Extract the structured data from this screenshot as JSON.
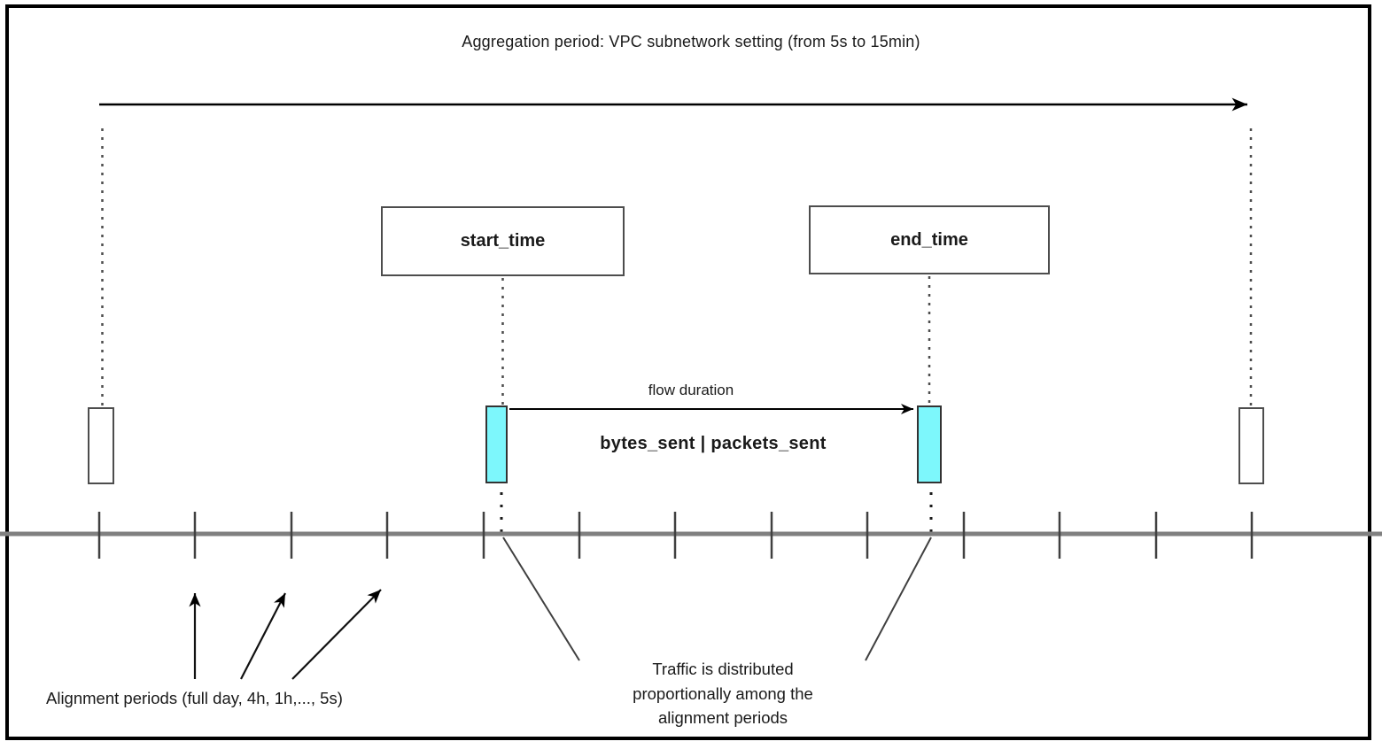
{
  "diagram": {
    "title": "Aggregation period: VPC subnetwork setting (from 5s to 15min)",
    "start_box_label": "start_time",
    "end_box_label": "end_time",
    "flow_duration_label": "flow duration",
    "metrics_label": "bytes_sent | packets_sent",
    "alignment_label": "Alignment periods (full day, 4h, 1h,..., 5s)",
    "traffic_note": {
      "line1": "Traffic is distributed",
      "line2": "proportionally among the",
      "line3": "alignment periods"
    },
    "timeline": {
      "tick_count": 13
    },
    "colors": {
      "flow_interval_fill": "#7df7fc",
      "timeline_line": "#808080",
      "outline": "#000000",
      "box_border": "#4d4d4d"
    }
  }
}
